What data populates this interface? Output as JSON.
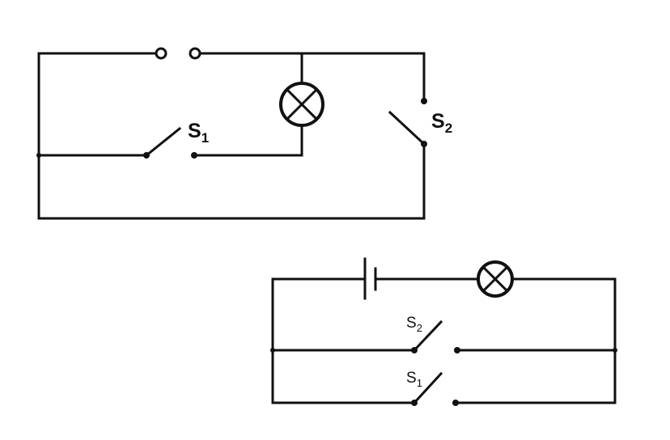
{
  "diagrams": {
    "top": {
      "switch1_label": "S",
      "switch1_sub": "1",
      "switch2_label": "S",
      "switch2_sub": "2"
    },
    "bottom": {
      "switch2_label": "S",
      "switch2_sub": "2",
      "switch1_label": "S",
      "switch1_sub": "1"
    }
  }
}
